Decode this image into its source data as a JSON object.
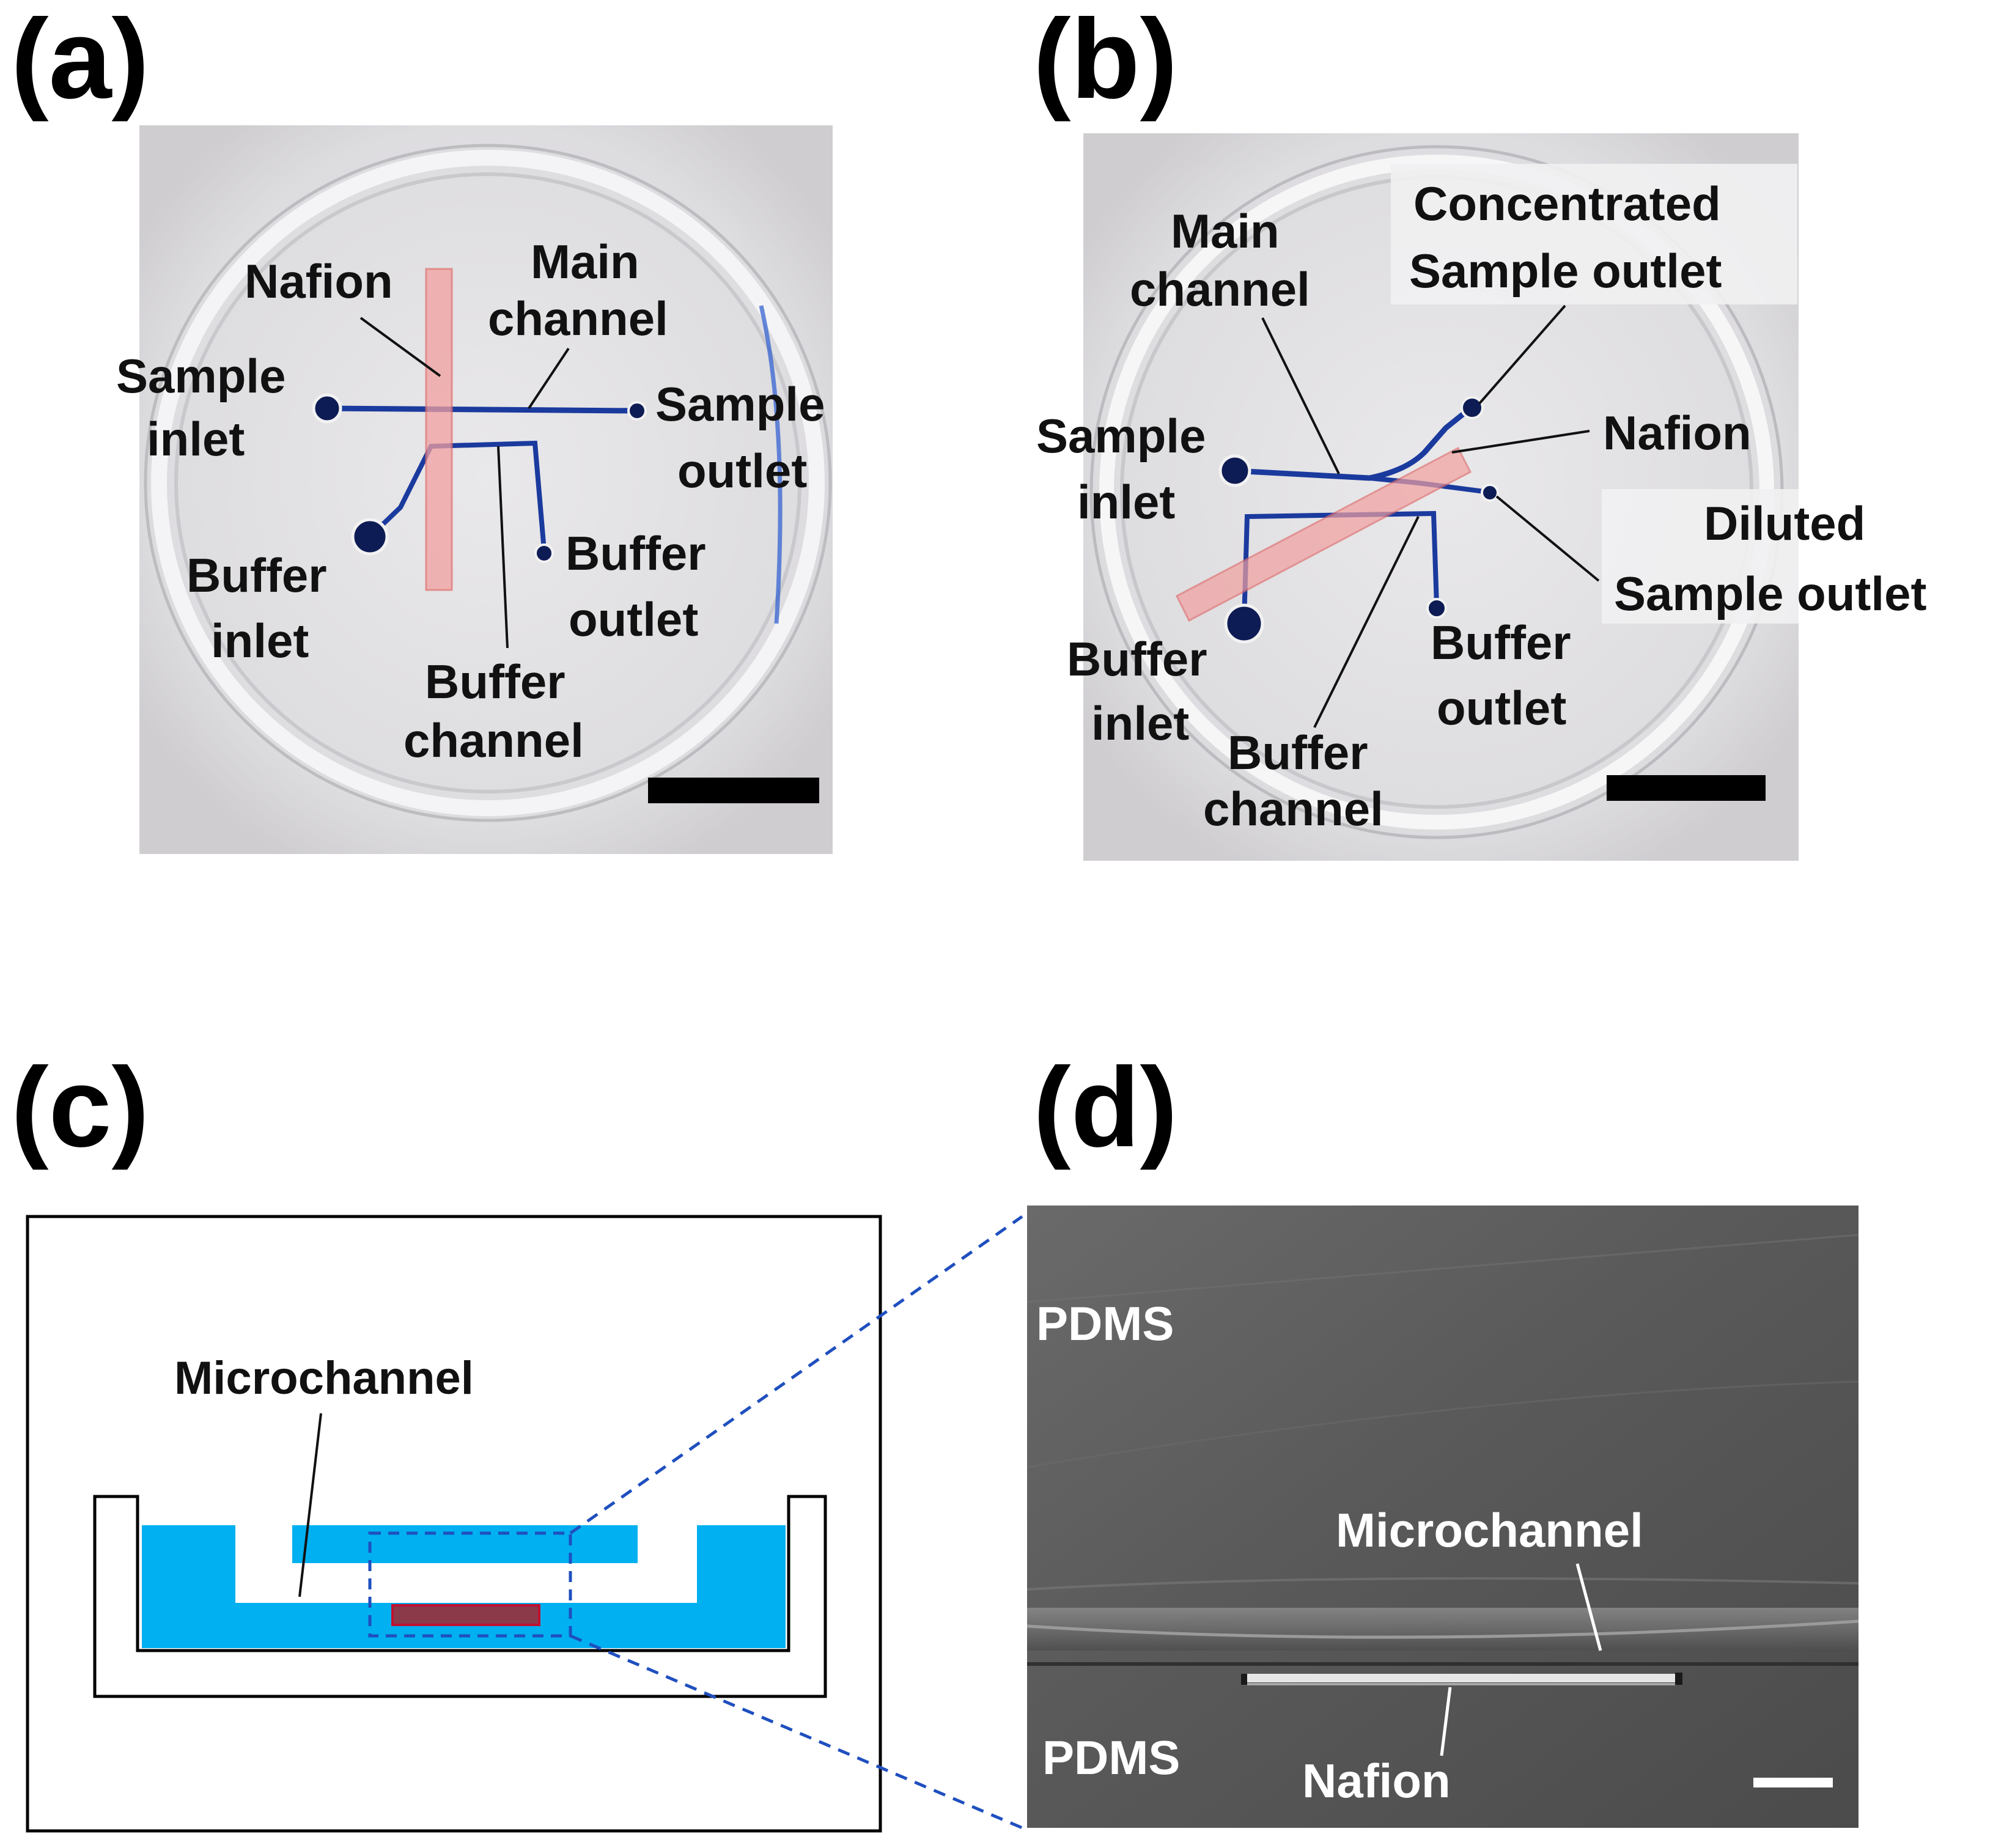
{
  "panels": {
    "a": {
      "letter": "(a)",
      "labels": {
        "nafion": "Nafion",
        "main_channel_1": "Main",
        "main_channel_2": "channel",
        "sample_inlet_1": "Sample",
        "sample_inlet_2": "inlet",
        "sample_outlet_1": "Sample",
        "sample_outlet_2": "outlet",
        "buffer_inlet_1": "Buffer",
        "buffer_inlet_2": "inlet",
        "buffer_outlet_1": "Buffer",
        "buffer_outlet_2": "outlet",
        "buffer_channel_1": "Buffer",
        "buffer_channel_2": "channel"
      }
    },
    "b": {
      "letter": "(b)",
      "labels": {
        "concentrated_1": "Concentrated",
        "concentrated_2": "Sample outlet",
        "main_channel_1": "Main",
        "main_channel_2": "channel",
        "nafion": "Nafion",
        "sample_inlet_1": "Sample",
        "sample_inlet_2": "inlet",
        "diluted_1": "Diluted",
        "diluted_2": "Sample outlet",
        "buffer_inlet_1": "Buffer",
        "buffer_inlet_2": "inlet",
        "buffer_outlet_1": "Buffer",
        "buffer_outlet_2": "outlet",
        "buffer_channel_1": "Buffer",
        "buffer_channel_2": "channel"
      }
    },
    "c": {
      "letter": "(c)",
      "labels": {
        "microchannel": "Microchannel"
      }
    },
    "d": {
      "letter": "(d)",
      "labels": {
        "pdms_top": "PDMS",
        "pdms_bottom": "PDMS",
        "microchannel": "Microchannel",
        "nafion": "Nafion"
      }
    }
  },
  "colors": {
    "channel_blue": "#1a3a9e",
    "nafion_fill": "#f2a0a0",
    "pdms_cyan": "#00b0f0",
    "nafion_dark": "#8b3a4a",
    "zoom_dash": "#1f4fbf",
    "sem_gray": "#5a5a5a"
  }
}
